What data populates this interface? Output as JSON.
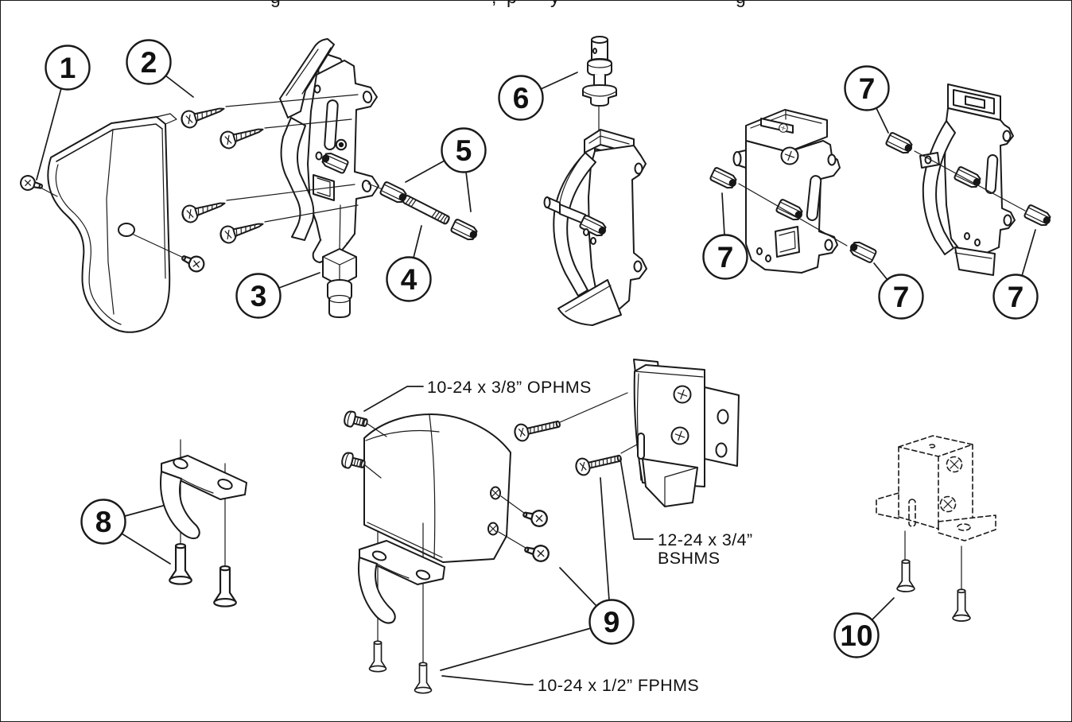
{
  "top_clipped_text": {
    "note": "partial line cut off at top edge of image",
    "fragments": [
      "g",
      ",",
      "p",
      "y",
      "g"
    ]
  },
  "callouts": {
    "c1": {
      "label": "1"
    },
    "c2": {
      "label": "2"
    },
    "c3": {
      "label": "3"
    },
    "c4": {
      "label": "4"
    },
    "c5": {
      "label": "5"
    },
    "c6": {
      "label": "6"
    },
    "c7a": {
      "label": "7"
    },
    "c7b": {
      "label": "7"
    },
    "c7c": {
      "label": "7"
    },
    "c7d": {
      "label": "7"
    },
    "c8": {
      "label": "8"
    },
    "c9": {
      "label": "9"
    },
    "c10": {
      "label": "10"
    }
  },
  "fastener_labels": {
    "ophms": "10-24 x 3/8” OPHMS",
    "bshms_line1": "12-24 x 3/4”",
    "bshms_line2": "BSHMS",
    "fphms": "10-24 x 1/2” FPHMS"
  },
  "colors": {
    "line": "#1a1a1a",
    "background": "#ffffff"
  }
}
